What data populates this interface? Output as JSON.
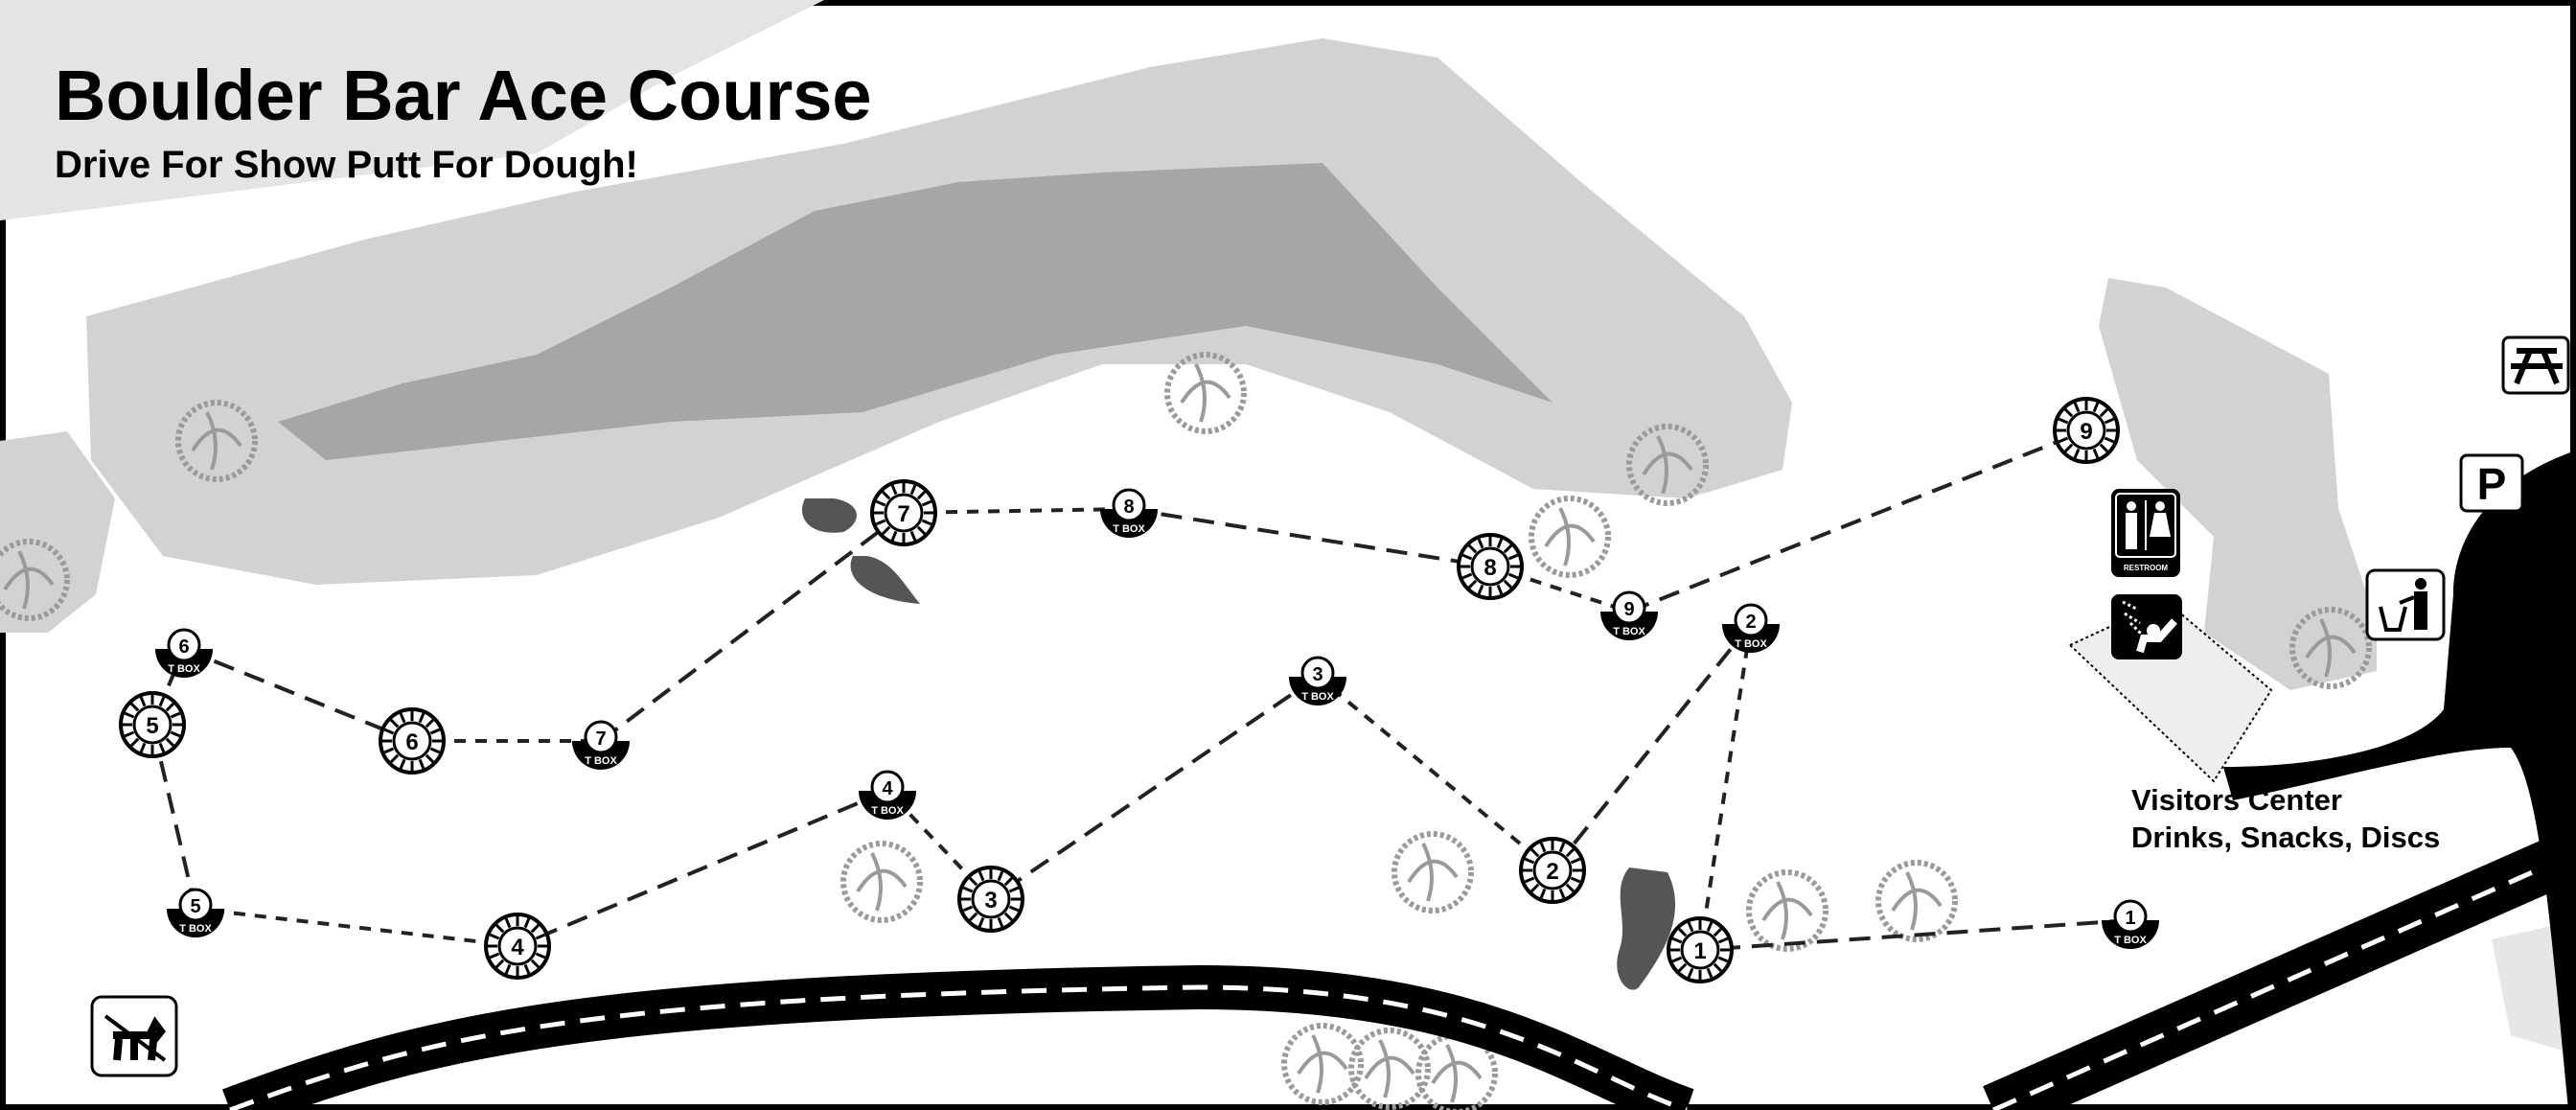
{
  "title": "Boulder Bar Ace Course",
  "subtitle": "Drive For Show Putt For Dough!",
  "visitors_center": {
    "line1": "Visitors Center",
    "line2": "Drinks, Snacks, Discs"
  },
  "restroom_label": "RESTROOM",
  "parking_label": "P",
  "tee_label": "T BOX",
  "holes": [
    "1",
    "2",
    "3",
    "4",
    "5",
    "6",
    "7",
    "8",
    "9"
  ],
  "colors": {
    "light_terrain": "#d4d4d4",
    "dark_terrain": "#a8a8a8",
    "road": "#000000",
    "tree": "#9a9a9a"
  },
  "icons": [
    "restroom-icon",
    "shower-icon",
    "trash-icon",
    "parking-icon",
    "picnic-table-icon",
    "no-dogs-icon"
  ]
}
